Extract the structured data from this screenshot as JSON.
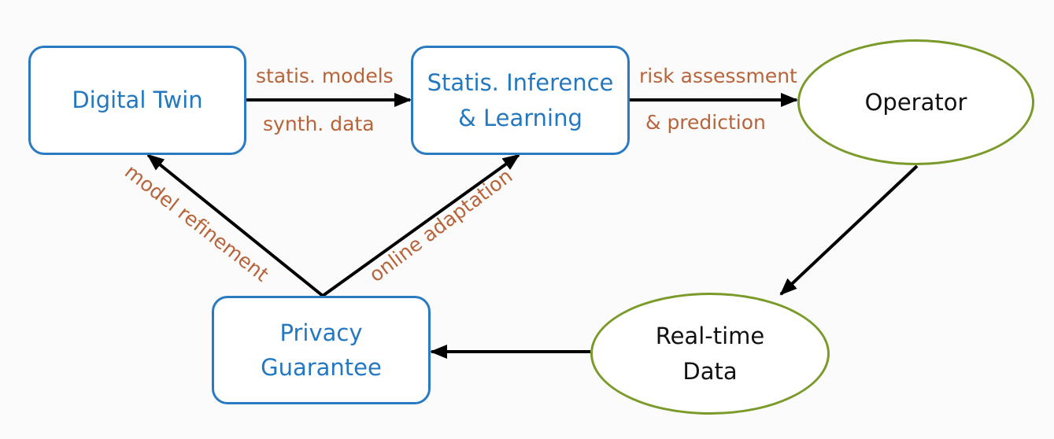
{
  "colors": {
    "box_border": "#2a7ac2",
    "box_text": "#2378c0",
    "ellipse_border": "#7a9a2a",
    "edge_label": "#b8643a",
    "arrow": "#000000"
  },
  "nodes": {
    "digital_twin": {
      "line1": "Digital Twin"
    },
    "stat_inference": {
      "line1": "Statis. Inference",
      "line2": "& Learning"
    },
    "operator": {
      "line1": "Operator"
    },
    "privacy": {
      "line1": "Privacy",
      "line2": "Guarantee"
    },
    "realtime": {
      "line1": "Real-time",
      "line2": "Data"
    }
  },
  "edges": {
    "twin_to_inference": {
      "label_top": "statis. models",
      "label_bottom": "synth. data"
    },
    "inference_to_operator": {
      "label_top": "risk assessment",
      "label_bottom": "& prediction"
    },
    "privacy_to_twin": {
      "label": "model refinement"
    },
    "privacy_to_inference": {
      "label": "online adaptation"
    }
  }
}
